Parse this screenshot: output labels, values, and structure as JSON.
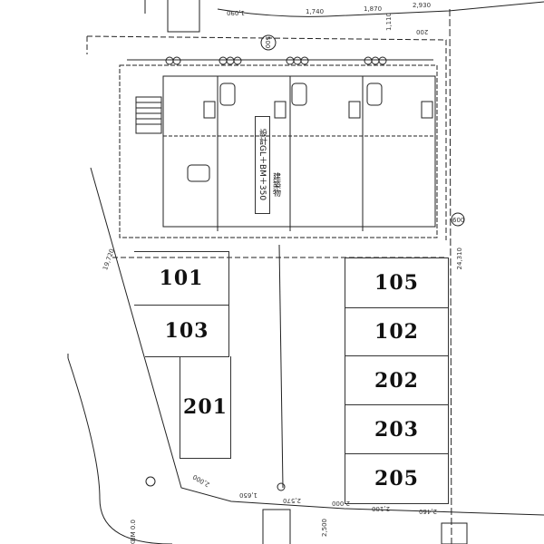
{
  "parking": {
    "left": [
      "101",
      "103",
      "201"
    ],
    "right": [
      "105",
      "102",
      "202",
      "203",
      "205"
    ]
  },
  "building": {
    "level_note": "設計GL＋BM＋350",
    "sub_note": "建築物",
    "circle_label": "500",
    "circle_label_right": "600"
  },
  "dimensions": {
    "top": [
      "1,090",
      "1,740",
      "1,870",
      "2,930",
      "1,110",
      "200"
    ],
    "left_boundary": "19,720",
    "right_boundary": "24,310",
    "bottom": [
      "2,000",
      "1,650",
      "2,570",
      "2,000",
      "2,100",
      "2,460",
      "2,500"
    ],
    "kbm": "KBM 0.0"
  }
}
